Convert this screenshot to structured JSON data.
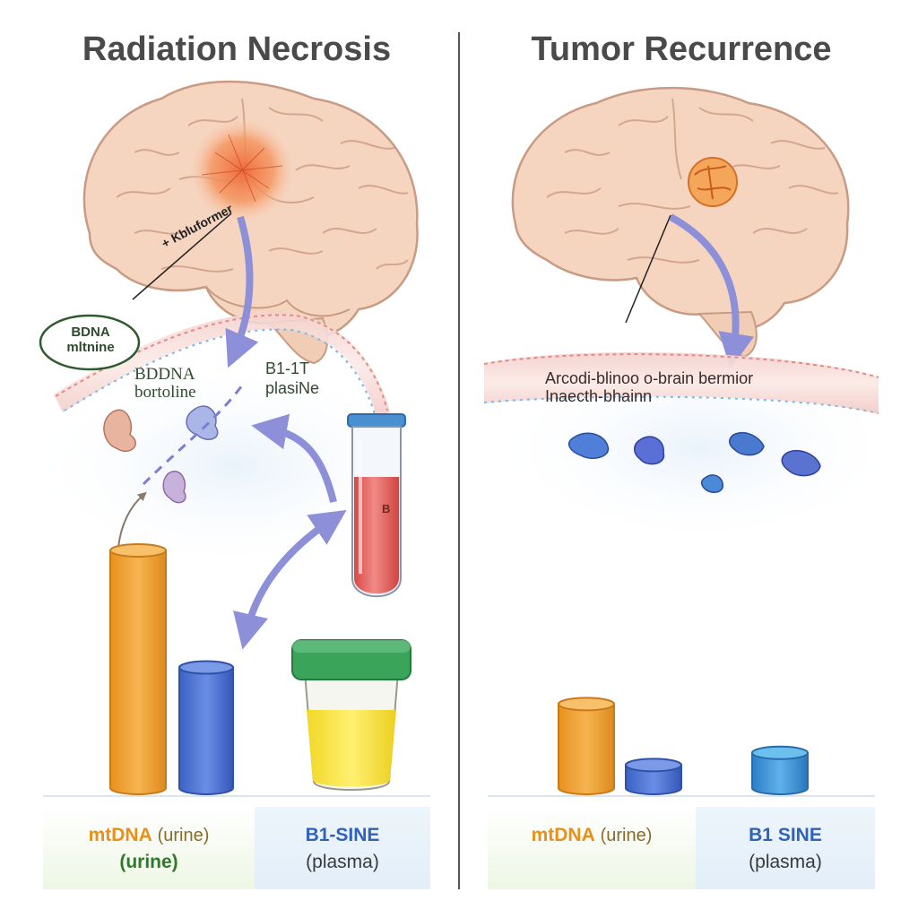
{
  "left": {
    "title": "Radiation Necrosis",
    "annotations": {
      "pointer_text": "+ Kbluformer",
      "bubble_line1": "BDNA",
      "bubble_line2": "mltnine",
      "bdna_line1": "BDDNA",
      "bdna_line2": "bortoline",
      "b1_line1": "B1-1T",
      "b1_line2": "plasiNe",
      "tube_text": "B"
    },
    "legend": {
      "mtdna_bold": "mtDNA",
      "mtdna_paren": "(urine)",
      "mtdna_second": "(urine)",
      "b1_label": "B1-SINE",
      "b1_paren": "(plasma)"
    },
    "bars": {
      "mtdna": 1.0,
      "b1sine": 0.52
    }
  },
  "right": {
    "title": "Tumor Recurrence",
    "annotations": {
      "barrier_line1": "Arcodi-blinoo o-brain bermior",
      "barrier_line2": "Inaecth-bhainn"
    },
    "legend": {
      "mtdna_bold": "mtDNA",
      "mtdna_paren": "(urine)",
      "b1_label": "B1 SINE",
      "b1_paren": "(plasma)"
    },
    "bars": {
      "mtdna": 0.37,
      "mtdna_small": 0.12,
      "b1sine": 0.17
    }
  },
  "colors": {
    "mtdna": "#f0a53a",
    "b1sine": "#4a78d4",
    "b1sine_right": "#3f93d6",
    "arrow": "#8d90d8",
    "title": "#4a4a4a",
    "mtdna_text": "#e8901a",
    "b1_text": "#2f62b8",
    "urine": "#f3e23a",
    "lid": "#3aa45a",
    "blood": "#e05a55"
  }
}
